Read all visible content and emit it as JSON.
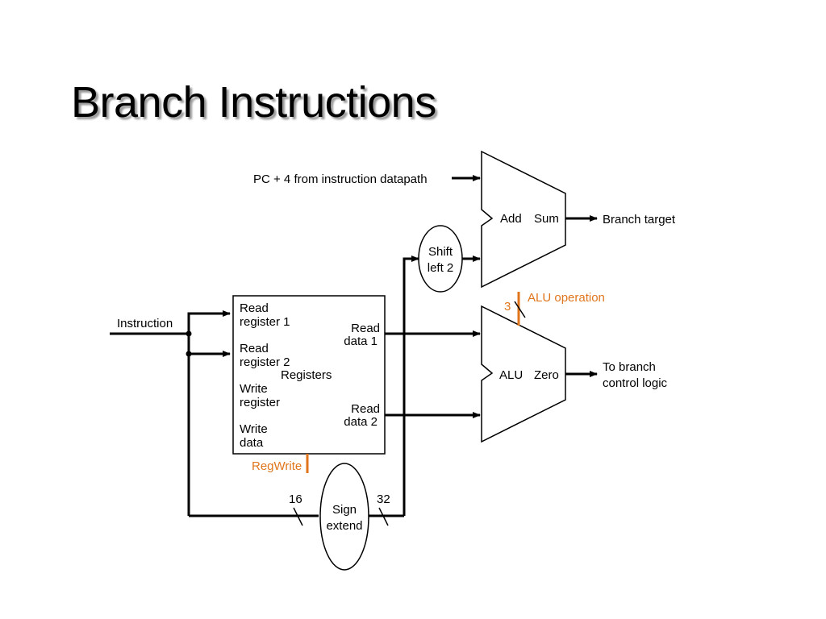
{
  "title": "Branch Instructions",
  "labels": {
    "pc_input": "PC + 4 from instruction datapath",
    "instruction": "Instruction",
    "branch_target": "Branch target",
    "to_branch_line1": "To branch",
    "to_branch_line2": "control logic",
    "alu_operation": "ALU operation",
    "alu_op_width": "3",
    "regwrite": "RegWrite",
    "bits_in": "16",
    "bits_out": "32"
  },
  "adder": {
    "left_label": "Add",
    "right_label": "Sum"
  },
  "alu": {
    "left_label": "ALU",
    "right_label": "Zero"
  },
  "shift": {
    "line1": "Shift",
    "line2": "left 2"
  },
  "sign_extend": {
    "line1": "Sign",
    "line2": "extend"
  },
  "registers": {
    "name": "Registers",
    "read_reg1_line1": "Read",
    "read_reg1_line2": "register 1",
    "read_reg2_line1": "Read",
    "read_reg2_line2": "register 2",
    "write_reg_line1": "Write",
    "write_reg_line2": "register",
    "write_data_line1": "Write",
    "write_data_line2": "data",
    "read_data1_line1": "Read",
    "read_data1_line2": "data 1",
    "read_data2_line1": "Read",
    "read_data2_line2": "data 2"
  },
  "colors": {
    "control": "#e0761c",
    "wire": "#000000"
  }
}
